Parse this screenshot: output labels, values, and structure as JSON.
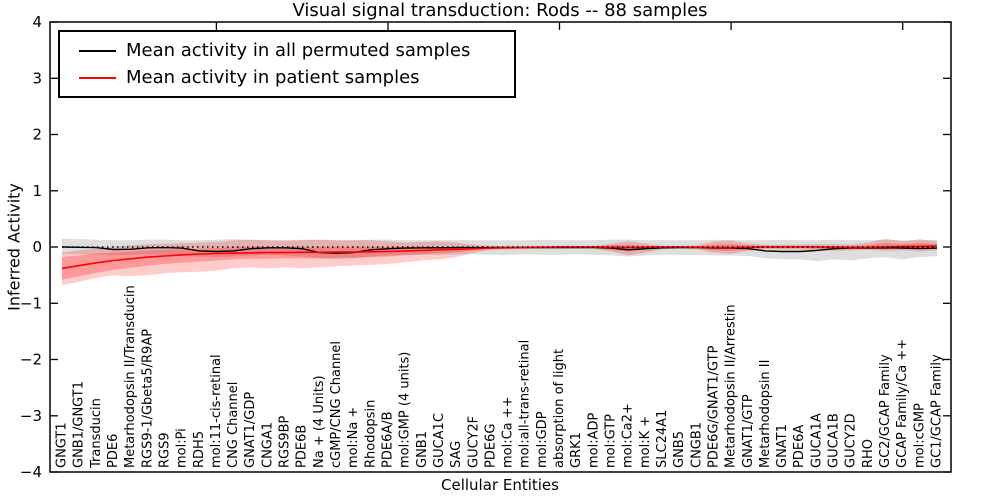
{
  "figure": {
    "title": "Visual signal transduction: Rods -- 88 samples",
    "xlabel": "Cellular Entities",
    "ylabel": "Inferred Activity"
  },
  "legend": {
    "items": [
      {
        "label": "Mean activity in all permuted samples",
        "color": "#000000"
      },
      {
        "label": "Mean activity in patient samples",
        "color": "#ff0000"
      }
    ]
  },
  "axes": {
    "ylim": [
      -4,
      4
    ],
    "y_tick_values": [
      4,
      3,
      2,
      1,
      0,
      -1,
      -2,
      -3,
      -4
    ],
    "y_tick_labels": [
      "4",
      "3",
      "2",
      "1",
      "0",
      "−1",
      "−2",
      "−3",
      "−4"
    ],
    "top_tick_categories": [
      9,
      19,
      29,
      39,
      49
    ],
    "grid": false,
    "legend_position": "upper left"
  },
  "chart_data": {
    "type": "line",
    "title": "Visual signal transduction: Rods -- 88 samples",
    "xlabel": "Cellular Entities",
    "ylabel": "Inferred Activity",
    "ylim": [
      -4,
      4
    ],
    "zero_reference_line": 0,
    "categories": [
      "GNGT1",
      "GNB1/GNGT1",
      "Transducin",
      "PDE6",
      "Metarhodopsin II/Transducin",
      "RGS9-1/Gbeta5/R9AP",
      "RGS9",
      "mol:Pi",
      "RDH5",
      "mol:11-cis-retinal",
      "CNG Channel",
      "GNAT1/GDP",
      "CNGA1",
      "RGS9BP",
      "PDE6B",
      "Na + (4 Units)",
      "cGMP/CNG Channel",
      "mol:Na +",
      "Rhodopsin",
      "PDE6A/B",
      "mol:GMP (4 units)",
      "GNB1",
      "GUCA1C",
      "SAG",
      "GUCY2F",
      "PDE6G",
      "mol:Ca ++",
      "mol:all-trans-retinal",
      "mol:GDP",
      "absorption of light",
      "GRK1",
      "mol:ADP",
      "mol:GTP",
      "mol:Ca2+",
      "mol:K +",
      "SLC24A1",
      "GNB5",
      "CNGB1",
      "PDE6G/GNAT1/GTP",
      "Metarhodopsin II/Arrestin",
      "GNAT1/GTP",
      "Metarhodopsin II",
      "GNAT1",
      "PDE6A",
      "GUCA1A",
      "GUCA1B",
      "GUCY2D",
      "RHO",
      "GC2/GCAP Family",
      "GCAP Family/Ca ++",
      "mol:cGMP",
      "GC1/GCAP Family"
    ],
    "series": [
      {
        "name": "Mean activity in all permuted samples",
        "color": "#000000",
        "style": "solid",
        "values": [
          0,
          -0.005,
          -0.01,
          -0.045,
          -0.04,
          -0.015,
          -0.01,
          -0.02,
          -0.07,
          -0.08,
          -0.07,
          -0.03,
          -0.015,
          -0.015,
          -0.03,
          -0.1,
          -0.11,
          -0.1,
          -0.05,
          -0.03,
          -0.02,
          -0.015,
          -0.015,
          -0.01,
          -0.01,
          -0.01,
          -0.01,
          -0.01,
          -0.01,
          -0.01,
          -0.01,
          -0.01,
          -0.02,
          -0.05,
          -0.03,
          -0.015,
          -0.01,
          -0.01,
          -0.02,
          -0.02,
          -0.03,
          -0.07,
          -0.08,
          -0.08,
          -0.06,
          -0.03,
          -0.02,
          -0.02,
          -0.015,
          -0.02,
          -0.025,
          -0.02
        ]
      },
      {
        "name": "Mean activity in patient samples",
        "color": "#ff0000",
        "style": "solid",
        "values": [
          -0.38,
          -0.33,
          -0.28,
          -0.24,
          -0.21,
          -0.18,
          -0.16,
          -0.14,
          -0.125,
          -0.115,
          -0.11,
          -0.105,
          -0.1,
          -0.1,
          -0.095,
          -0.095,
          -0.09,
          -0.09,
          -0.085,
          -0.08,
          -0.07,
          -0.06,
          -0.05,
          -0.04,
          -0.03,
          -0.02,
          -0.015,
          -0.01,
          -0.005,
          0,
          0,
          0,
          -0.005,
          -0.01,
          -0.005,
          0,
          0,
          -0.005,
          -0.01,
          -0.01,
          -0.005,
          0,
          0,
          0,
          0,
          -0.005,
          -0.01,
          -0.005,
          0,
          0.01,
          0.01,
          0.02
        ]
      }
    ],
    "bands": [
      {
        "name": "permuted-samples-range",
        "color": "rgba(0,0,0,0.13)",
        "upper": [
          0.15,
          0.14,
          0.13,
          0.12,
          0.12,
          0.13,
          0.13,
          0.12,
          0.12,
          0.13,
          0.14,
          0.13,
          0.12,
          0.12,
          0.13,
          0.13,
          0.12,
          0.12,
          0.13,
          0.13,
          0.12,
          0.12,
          0.12,
          0.13,
          0.12,
          0.12,
          0.12,
          0.12,
          0.13,
          0.12,
          0.12,
          0.12,
          0.13,
          0.13,
          0.12,
          0.12,
          0.12,
          0.12,
          0.13,
          0.12,
          0.12,
          0.12,
          0.13,
          0.12,
          0.12,
          0.13,
          0.12,
          0.12,
          0.13,
          0.12,
          0.12,
          0.13
        ],
        "lower": [
          -0.13,
          -0.13,
          -0.14,
          -0.15,
          -0.14,
          -0.13,
          -0.14,
          -0.15,
          -0.17,
          -0.18,
          -0.17,
          -0.15,
          -0.14,
          -0.15,
          -0.17,
          -0.2,
          -0.22,
          -0.2,
          -0.17,
          -0.15,
          -0.14,
          -0.14,
          -0.14,
          -0.13,
          -0.13,
          -0.14,
          -0.14,
          -0.13,
          -0.14,
          -0.14,
          -0.13,
          -0.14,
          -0.15,
          -0.17,
          -0.15,
          -0.14,
          -0.14,
          -0.14,
          -0.15,
          -0.15,
          -0.16,
          -0.2,
          -0.22,
          -0.22,
          -0.25,
          -0.22,
          -0.24,
          -0.2,
          -0.18,
          -0.22,
          -0.18,
          -0.16
        ]
      },
      {
        "name": "patient-samples-outer-band",
        "color": "rgba(255,0,0,0.20)",
        "upper": [
          -0.1,
          -0.06,
          -0.03,
          0.0,
          0.03,
          0.05,
          0.06,
          0.07,
          0.08,
          0.09,
          0.12,
          0.13,
          0.12,
          0.11,
          0.12,
          0.13,
          0.12,
          0.12,
          0.12,
          0.1,
          0.08,
          0.09,
          0.1,
          0.08,
          0.04,
          0.02,
          0.02,
          0.02,
          0.02,
          0.02,
          0.02,
          0.02,
          0.06,
          0.1,
          0.06,
          0.02,
          0.02,
          0.03,
          0.1,
          0.12,
          0.06,
          0.04,
          0.04,
          0.04,
          0.05,
          0.05,
          0.04,
          0.08,
          0.15,
          0.1,
          0.14,
          0.1
        ],
        "lower": [
          -0.68,
          -0.62,
          -0.55,
          -0.5,
          -0.52,
          -0.5,
          -0.47,
          -0.45,
          -0.44,
          -0.42,
          -0.38,
          -0.36,
          -0.38,
          -0.36,
          -0.38,
          -0.36,
          -0.34,
          -0.33,
          -0.32,
          -0.3,
          -0.27,
          -0.24,
          -0.22,
          -0.18,
          -0.1,
          -0.05,
          -0.04,
          -0.03,
          -0.03,
          -0.03,
          -0.03,
          -0.03,
          -0.08,
          -0.15,
          -0.1,
          -0.04,
          -0.03,
          -0.04,
          -0.1,
          -0.12,
          -0.07,
          -0.04,
          -0.04,
          -0.04,
          -0.06,
          -0.07,
          -0.06,
          -0.05,
          -0.07,
          -0.06,
          -0.08,
          -0.06
        ]
      },
      {
        "name": "patient-samples-inner-band",
        "color": "rgba(255,0,0,0.25)",
        "upper": [
          -0.18,
          -0.15,
          -0.12,
          -0.1,
          -0.08,
          -0.06,
          -0.05,
          -0.04,
          -0.03,
          -0.02,
          0.0,
          0.0,
          0.0,
          0.0,
          0.0,
          0.0,
          0.0,
          0.0,
          0.0,
          0.0,
          0.0,
          0.0,
          0.0,
          0.0,
          0.0,
          0.0,
          0.0,
          0.0,
          0.0,
          0.01,
          0.01,
          0.01,
          0.03,
          0.04,
          0.02,
          0.01,
          0.01,
          0.01,
          0.04,
          0.05,
          0.03,
          0.02,
          0.02,
          0.02,
          0.02,
          0.02,
          0.02,
          0.03,
          0.07,
          0.05,
          0.07,
          0.05
        ],
        "lower": [
          -0.58,
          -0.52,
          -0.46,
          -0.4,
          -0.37,
          -0.33,
          -0.3,
          -0.28,
          -0.26,
          -0.24,
          -0.22,
          -0.21,
          -0.21,
          -0.2,
          -0.2,
          -0.2,
          -0.19,
          -0.19,
          -0.18,
          -0.17,
          -0.15,
          -0.13,
          -0.11,
          -0.09,
          -0.06,
          -0.03,
          -0.02,
          -0.02,
          -0.02,
          -0.01,
          -0.01,
          -0.01,
          -0.05,
          -0.08,
          -0.05,
          -0.02,
          -0.02,
          -0.02,
          -0.06,
          -0.07,
          -0.04,
          -0.02,
          -0.02,
          -0.02,
          -0.03,
          -0.04,
          -0.03,
          -0.03,
          -0.04,
          -0.03,
          -0.05,
          -0.03
        ]
      }
    ]
  }
}
